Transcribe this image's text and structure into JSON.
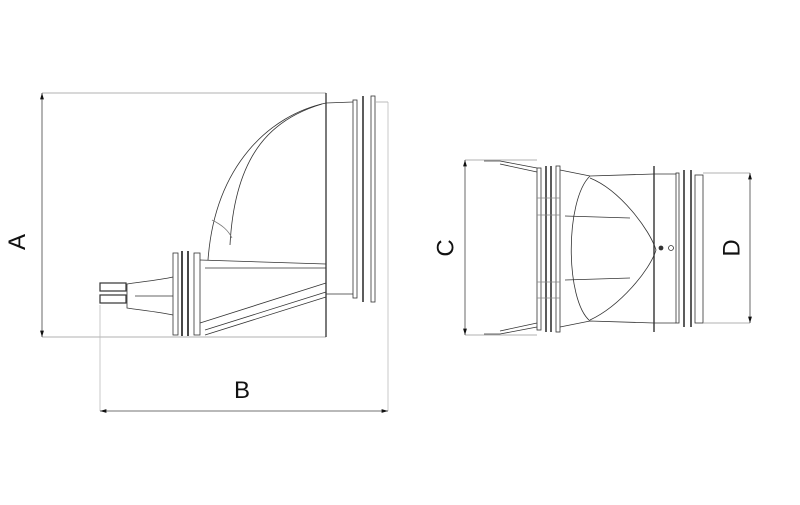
{
  "dimensions": {
    "a": "A",
    "b": "B",
    "c": "C",
    "d": "D"
  },
  "colors": {
    "line": "#333333",
    "dim": "#555555"
  }
}
